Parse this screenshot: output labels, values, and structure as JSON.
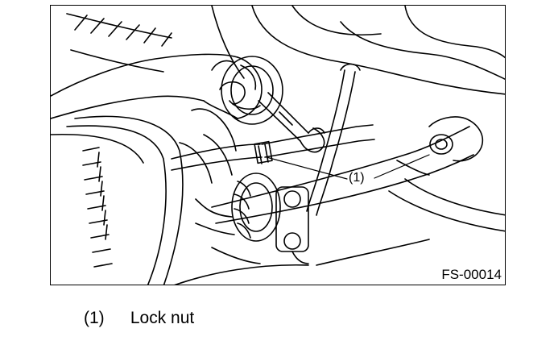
{
  "figure": {
    "code": "FS-00014",
    "callout": "(1)"
  },
  "legend": [
    {
      "number": "(1)",
      "text": "Lock nut"
    }
  ]
}
